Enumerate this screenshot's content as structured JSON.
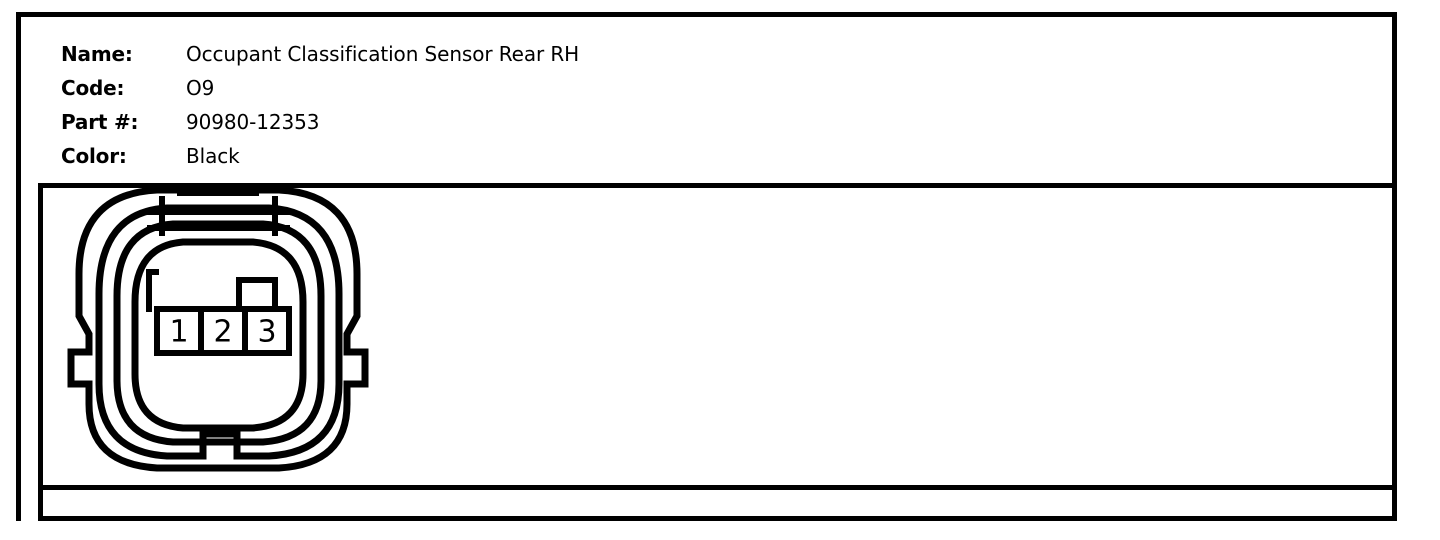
{
  "sheet": {
    "spec_rows": [
      {
        "label": "Name:",
        "value": "Occupant Classification Sensor Rear RH"
      },
      {
        "label": "Code:",
        "value": "O9"
      },
      {
        "label": "Part #:",
        "value": "90980-12353"
      },
      {
        "label": "Color:",
        "value": "Black"
      }
    ]
  },
  "illustration": {
    "type": "connector-face-view",
    "description": "Three-way sealed automotive connector, front face view",
    "pin_count": 3,
    "pins": [
      {
        "number": "1"
      },
      {
        "number": "2"
      },
      {
        "number": "3"
      }
    ],
    "line_color": "#000000",
    "background_color": "#ffffff"
  }
}
